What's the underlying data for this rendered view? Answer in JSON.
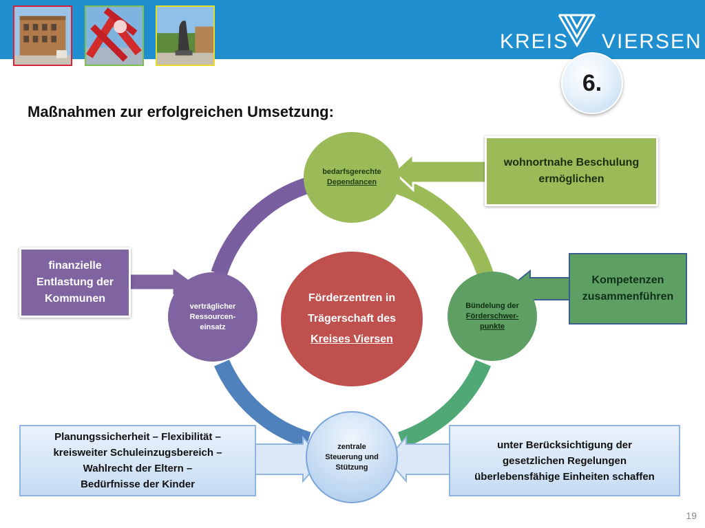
{
  "header": {
    "logo": {
      "left": "KREIS",
      "right": "VIERSEN"
    },
    "photos": [
      "building-photo",
      "red-sculpture-photo",
      "statue-photo"
    ]
  },
  "badge": {
    "number": "6."
  },
  "title": "Maßnahmen zur erfolgreichen Umsetzung:",
  "center": {
    "lines": [
      "Förderzentren in",
      "Trägerschaft des",
      "Kreises Viersen"
    ]
  },
  "nodes": {
    "top": {
      "lines": [
        "bedarfsgerechte",
        "Dependancen"
      ]
    },
    "right": {
      "lines": [
        "Bündelung der",
        "Förderschwer-",
        "punkte"
      ]
    },
    "bottom": {
      "lines": [
        "zentrale",
        "Steuerung und",
        "Stützung"
      ]
    },
    "left": {
      "lines": [
        "verträglicher",
        "Ressourcen-",
        "einsatz"
      ]
    }
  },
  "callouts": {
    "top_right": {
      "lines": [
        "wohnortnahe Beschulung",
        "ermöglichen"
      ]
    },
    "right": {
      "lines": [
        "Kompetenzen",
        "zusammenführen"
      ]
    },
    "left": {
      "lines": [
        "finanzielle",
        "Entlastung der",
        "Kommunen"
      ]
    },
    "bottom_left": {
      "lines": [
        "Planungssicherheit – Flexibilität –",
        "kreisweiter Schuleinzugsbereich –",
        "Wahlrecht der Eltern –",
        "Bedürfnisse der Kinder"
      ]
    },
    "bottom_right": {
      "lines": [
        "unter Berücksichtigung der",
        "gesetzlichen Regelungen",
        "überlebensfähige Einheiten schaffen"
      ]
    }
  },
  "colors": {
    "header": "#1f8fd0",
    "center": "#c0504d",
    "top": "#9bbb59",
    "right": "#5e9f63",
    "bottom": "#c5dcf4",
    "left": "#8064a2",
    "arc_top_right": "#9bbb59",
    "arc_right_bottom": "#4fa876",
    "arc_bottom_left": "#4f81bd",
    "arc_left_top": "#7a5fa0"
  },
  "page_number": "19"
}
